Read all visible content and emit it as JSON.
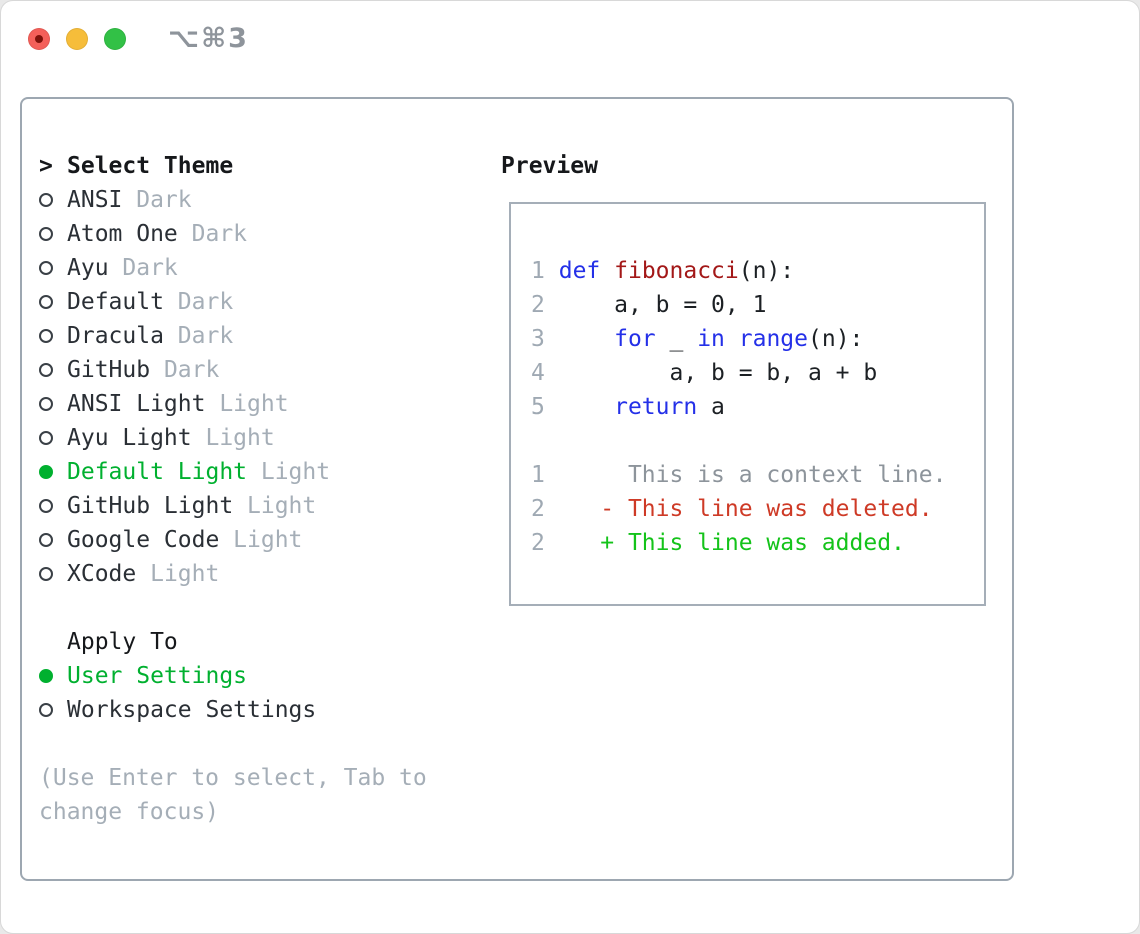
{
  "window": {
    "title": "⌥⌘3",
    "traffic_lights": [
      {
        "name": "close",
        "color": "#f4605a",
        "dot": "#7e120b"
      },
      {
        "name": "minimize",
        "color": "#f6bd3a"
      },
      {
        "name": "zoom",
        "color": "#32c146"
      }
    ]
  },
  "theme_selector": {
    "header": "Select Theme",
    "prompt": ">",
    "items": [
      {
        "label": "ANSI",
        "variant": "Dark",
        "selected": false
      },
      {
        "label": "Atom One",
        "variant": "Dark",
        "selected": false
      },
      {
        "label": "Ayu",
        "variant": "Dark",
        "selected": false
      },
      {
        "label": "Default",
        "variant": "Dark",
        "selected": false
      },
      {
        "label": "Dracula",
        "variant": "Dark",
        "selected": false
      },
      {
        "label": "GitHub",
        "variant": "Dark",
        "selected": false
      },
      {
        "label": "ANSI Light",
        "variant": "Light",
        "selected": false
      },
      {
        "label": "Ayu Light",
        "variant": "Light",
        "selected": false
      },
      {
        "label": "Default Light",
        "variant": "Light",
        "selected": true
      },
      {
        "label": "GitHub Light",
        "variant": "Light",
        "selected": false
      },
      {
        "label": "Google Code",
        "variant": "Light",
        "selected": false
      },
      {
        "label": "XCode",
        "variant": "Light",
        "selected": false
      }
    ]
  },
  "apply_to": {
    "header": "Apply To",
    "options": [
      {
        "label": "User Settings",
        "selected": true
      },
      {
        "label": "Workspace Settings",
        "selected": false
      }
    ]
  },
  "help_lines": [
    "(Use Enter to select, Tab to",
    "change focus)"
  ],
  "preview": {
    "header": "Preview",
    "lines": [
      [],
      [
        [
          "1",
          "num"
        ],
        [
          " ",
          "code"
        ],
        [
          "def",
          "kw"
        ],
        [
          " ",
          "code"
        ],
        [
          "fibonacci",
          "fn"
        ],
        [
          "(n):",
          "code"
        ]
      ],
      [
        [
          "2",
          "num"
        ],
        [
          " ",
          "code"
        ],
        [
          "    a, b = 0, 1",
          "code"
        ]
      ],
      [
        [
          "3",
          "num"
        ],
        [
          " ",
          "code"
        ],
        [
          "    ",
          "code"
        ],
        [
          "for",
          "kw"
        ],
        [
          " _ ",
          "code"
        ],
        [
          "in",
          "kw"
        ],
        [
          " ",
          "code"
        ],
        [
          "range",
          "kw"
        ],
        [
          "(n):",
          "code"
        ]
      ],
      [
        [
          "4",
          "num"
        ],
        [
          " ",
          "code"
        ],
        [
          "        a, b = b, a + b",
          "code"
        ]
      ],
      [
        [
          "5",
          "num"
        ],
        [
          " ",
          "code"
        ],
        [
          "    ",
          "code"
        ],
        [
          "return",
          "kw"
        ],
        [
          " a",
          "code"
        ]
      ],
      [],
      [
        [
          "1",
          "num"
        ],
        [
          "      This is a context line.",
          "ctx"
        ]
      ],
      [
        [
          "2",
          "num"
        ],
        [
          "    ",
          "code"
        ],
        [
          "- This line was deleted.",
          "del"
        ]
      ],
      [
        [
          "2",
          "num"
        ],
        [
          "    ",
          "code"
        ],
        [
          "+ This line was added.",
          "add"
        ]
      ]
    ]
  },
  "colors": {
    "accent_green": "#00b02f",
    "added_green": "#14c31a",
    "deleted_red": "#ce3a26",
    "keyword_blue": "#2430e8",
    "function_red": "#a31818",
    "border_gray": "#9da7b1",
    "muted_gray": "#a5aeb7",
    "title_gray": "#8e949b"
  }
}
